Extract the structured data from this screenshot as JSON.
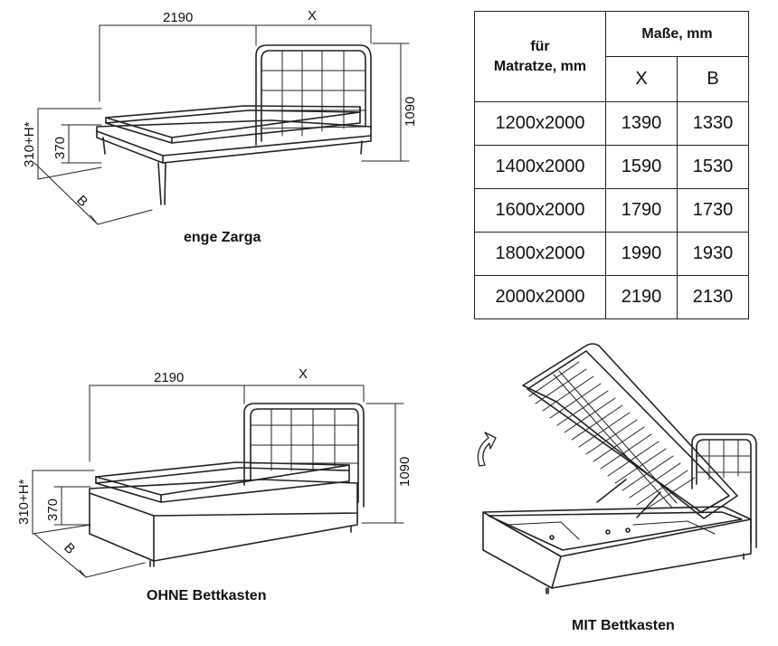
{
  "captions": {
    "top": "enge Zarga",
    "middle": "OHNE Bettkasten",
    "bottom": "MIT Bettkasten"
  },
  "dimension_labels": {
    "length": "2190",
    "x": "X",
    "height": "1090",
    "side_height": "310+H*",
    "frame_height": "370",
    "width": "B"
  },
  "table": {
    "header_mattress_line1": "für",
    "header_mattress_line2": "Matratze, mm",
    "header_dims": "Maße, mm",
    "col_x": "X",
    "col_b": "B",
    "rows": [
      [
        "1200x2000",
        "1390",
        "1330"
      ],
      [
        "1400x2000",
        "1590",
        "1530"
      ],
      [
        "1600x2000",
        "1790",
        "1730"
      ],
      [
        "1800x2000",
        "1990",
        "1930"
      ],
      [
        "2000x2000",
        "2190",
        "2130"
      ]
    ]
  }
}
